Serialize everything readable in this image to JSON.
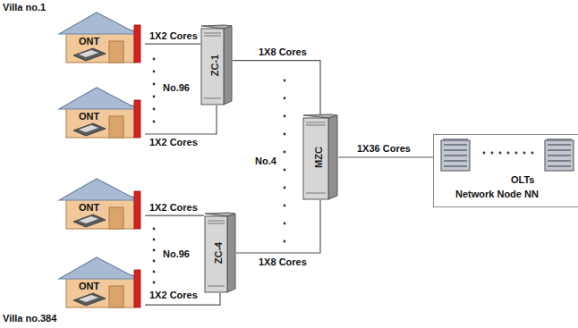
{
  "diagram": {
    "nodes": [
      {
        "text": [
          "Villa no.1",
          "ONT"
        ]
      },
      {
        "text": [
          "ONT"
        ]
      },
      {
        "text": [
          "ONT"
        ]
      },
      {
        "text": [
          "ONT",
          "Villa no.384"
        ]
      },
      {
        "text": [
          "ZC-1"
        ]
      },
      {
        "text": [
          "ZC-4"
        ]
      },
      {
        "text": [
          "MZC"
        ]
      },
      {
        "text": [
          "OLTs",
          "Network Node NN"
        ]
      }
    ],
    "edges": [
      {
        "from": 0,
        "to": 4,
        "label": "1X2 Cores",
        "arrow": "none"
      },
      {
        "from": 1,
        "to": 4,
        "label": "1X2 Cores",
        "arrow": "none"
      },
      {
        "from": 2,
        "to": 5,
        "label": "1X2 Cores",
        "arrow": "none"
      },
      {
        "from": 3,
        "to": 5,
        "label": "1X2 Cores",
        "arrow": "none"
      },
      {
        "from": 4,
        "to": 6,
        "label": "1X8 Cores",
        "arrow": "none"
      },
      {
        "from": 5,
        "to": 6,
        "label": "1X8 Cores",
        "arrow": "none"
      },
      {
        "from": 6,
        "to": 7,
        "label": "1X36 Cores",
        "arrow": "none"
      }
    ],
    "labels": [
      "No.96",
      "No.96",
      "No.4"
    ]
  }
}
